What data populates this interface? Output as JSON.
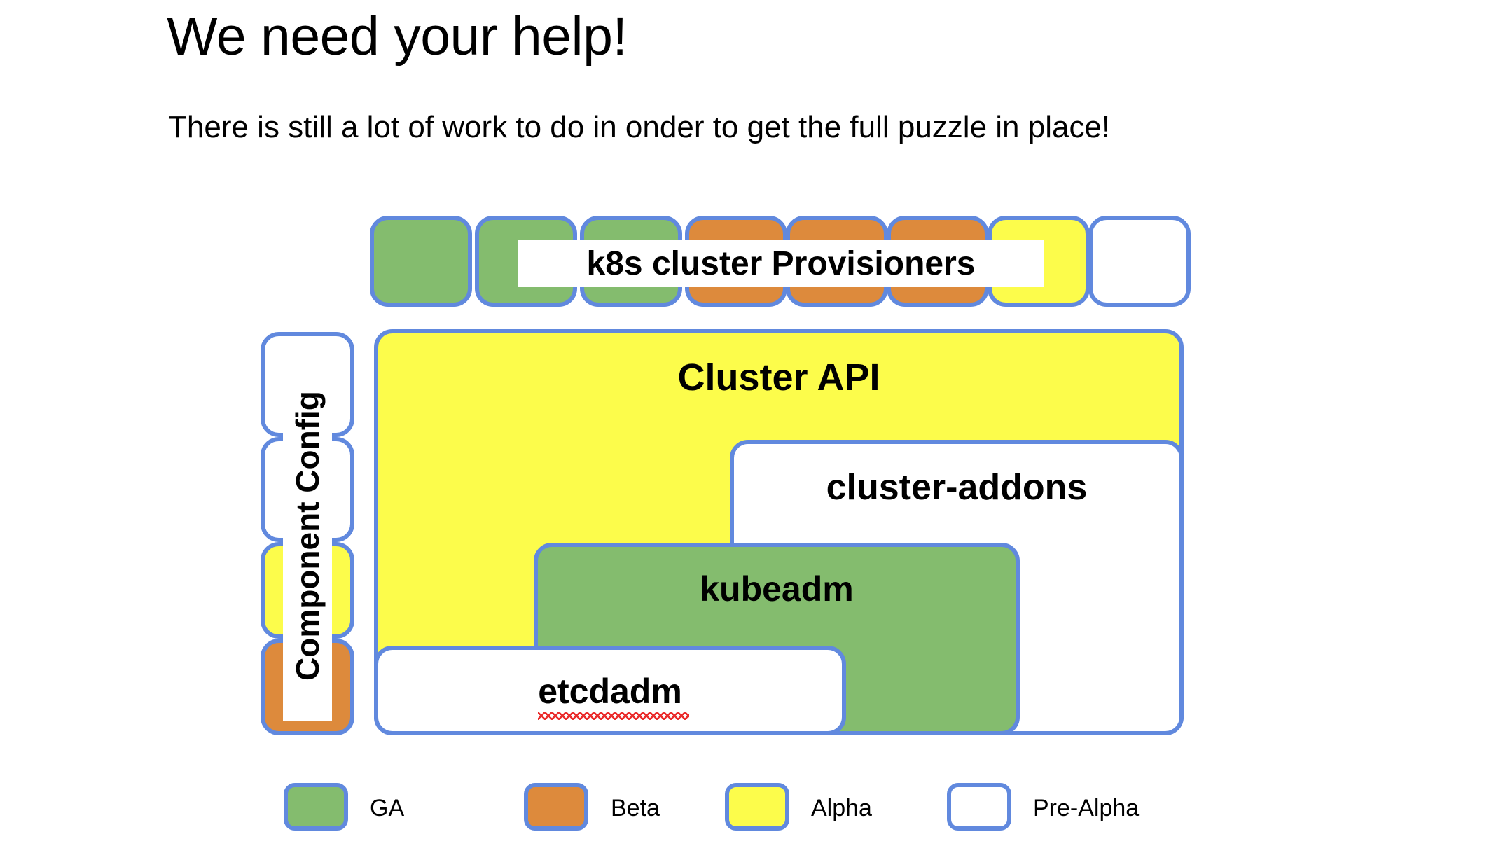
{
  "slide": {
    "title": "We need your help!",
    "subtitle": "There is still a lot of work to do in onder to get the full puzzle in place!"
  },
  "colors": {
    "border": "#6189DE",
    "ga_green": "#84BC6E",
    "beta_orange": "#DD8A3C",
    "alpha_yellow": "#FCFC4B",
    "prealpha_white": "#FFFFFF",
    "spellcheck_red": "#EA2E2E"
  },
  "provisioners": {
    "band_label": "k8s cluster Provisioners",
    "tiles": [
      {
        "status": "GA"
      },
      {
        "status": "GA"
      },
      {
        "status": "GA"
      },
      {
        "status": "Beta"
      },
      {
        "status": "Beta"
      },
      {
        "status": "Beta"
      },
      {
        "status": "Alpha"
      },
      {
        "status": "Pre-Alpha"
      }
    ]
  },
  "component_config": {
    "band_label": "Component Config",
    "tiles": [
      {
        "status": "Pre-Alpha"
      },
      {
        "status": "Pre-Alpha"
      },
      {
        "status": "Alpha"
      },
      {
        "status": "Beta"
      }
    ]
  },
  "stack": {
    "cluster_api": {
      "label": "Cluster API",
      "status": "Alpha"
    },
    "cluster_addons": {
      "label": "cluster-addons",
      "status": "Pre-Alpha"
    },
    "kubeadm": {
      "label": "kubeadm",
      "status": "GA"
    },
    "etcdadm": {
      "label": "etcdadm",
      "status": "Pre-Alpha",
      "spellcheck_underline": true
    }
  },
  "legend": {
    "items": [
      {
        "label": "GA",
        "status": "GA"
      },
      {
        "label": "Beta",
        "status": "Beta"
      },
      {
        "label": "Alpha",
        "status": "Alpha"
      },
      {
        "label": "Pre-Alpha",
        "status": "Pre-Alpha"
      }
    ]
  }
}
